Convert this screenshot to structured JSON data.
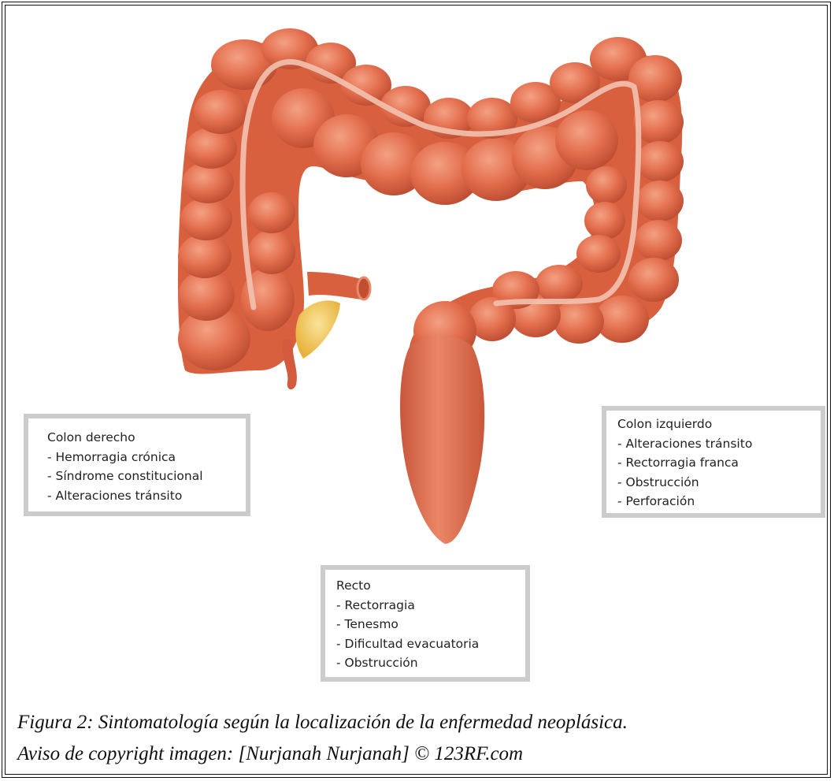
{
  "boxes": {
    "right_colon": {
      "title": "Colon derecho",
      "items": [
        "- Hemorragia crónica",
        "- Síndrome constitucional",
        "- Alteraciones tránsito"
      ]
    },
    "left_colon": {
      "title": "Colon izquierdo",
      "items": [
        "- Alteraciones tránsito",
        "- Rectorragia franca",
        "- Obstrucción",
        "- Perforación"
      ]
    },
    "rectum": {
      "title": "Recto",
      "items": [
        "- Rectorragia",
        "- Tenesmo",
        "- Dificultad evacuatoria",
        "- Obstrucción"
      ]
    }
  },
  "caption": {
    "line1": "Figura 2: Sintomatología según la localización de la  enfermedad  neoplásica.",
    "line2": "Aviso de copyright imagen:  [Nurjanah Nurjanah] © 123RF.com"
  },
  "colors": {
    "colon": "#e26d4c",
    "colon_shadow": "#b94a30",
    "tenia": "#f2c2b0",
    "fat": "#f0c040",
    "box_border": "#cccccc"
  }
}
